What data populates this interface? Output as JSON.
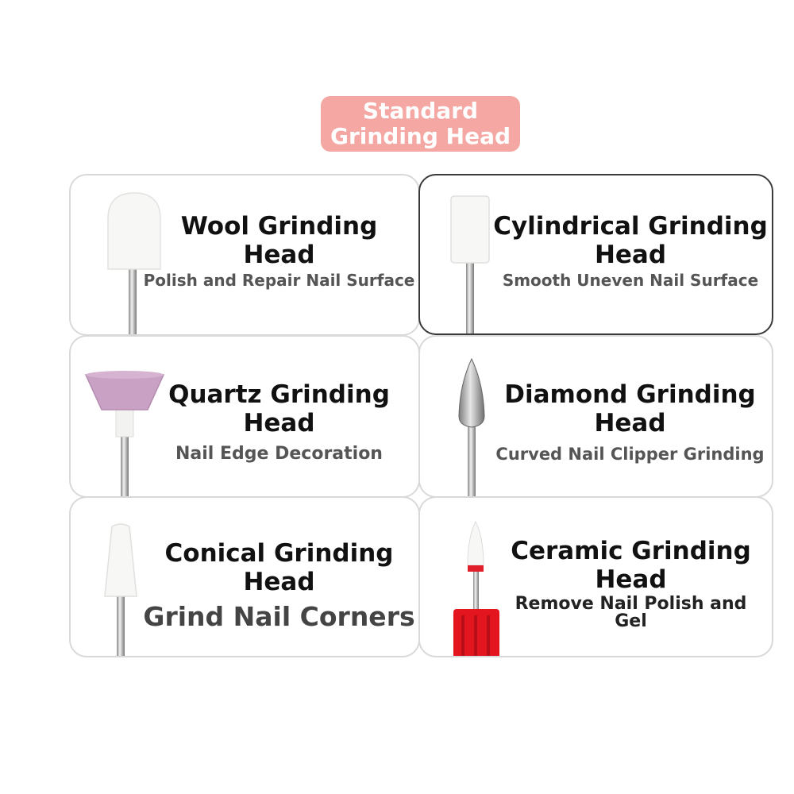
{
  "banner": {
    "line1": "Standard",
    "line2": "Grinding Head"
  },
  "cards": [
    {
      "title_1": "Wool Grinding",
      "title_2": "Head",
      "desc": "Polish and Repair Nail Surface",
      "icon": "wool-bit-icon"
    },
    {
      "title_1": "Cylindrical Grinding",
      "title_2": "Head",
      "desc": "Smooth Uneven Nail Surface",
      "icon": "cylindrical-bit-icon"
    },
    {
      "title_1": "Quartz Grinding",
      "title_2": "Head",
      "desc": "Nail Edge Decoration",
      "icon": "quartz-bit-icon"
    },
    {
      "title_1": "Diamond Grinding",
      "title_2": "Head",
      "desc": "Curved Nail Clipper Grinding",
      "icon": "diamond-bit-icon"
    },
    {
      "title_1": "Conical Grinding",
      "title_2": "Head",
      "desc": "Grind Nail Corners",
      "icon": "conical-bit-icon"
    },
    {
      "title_1": "Ceramic Grinding",
      "title_2": "Head",
      "desc_1": "Remove Nail Polish and",
      "desc_2": "Gel",
      "icon": "ceramic-bit-icon"
    }
  ]
}
